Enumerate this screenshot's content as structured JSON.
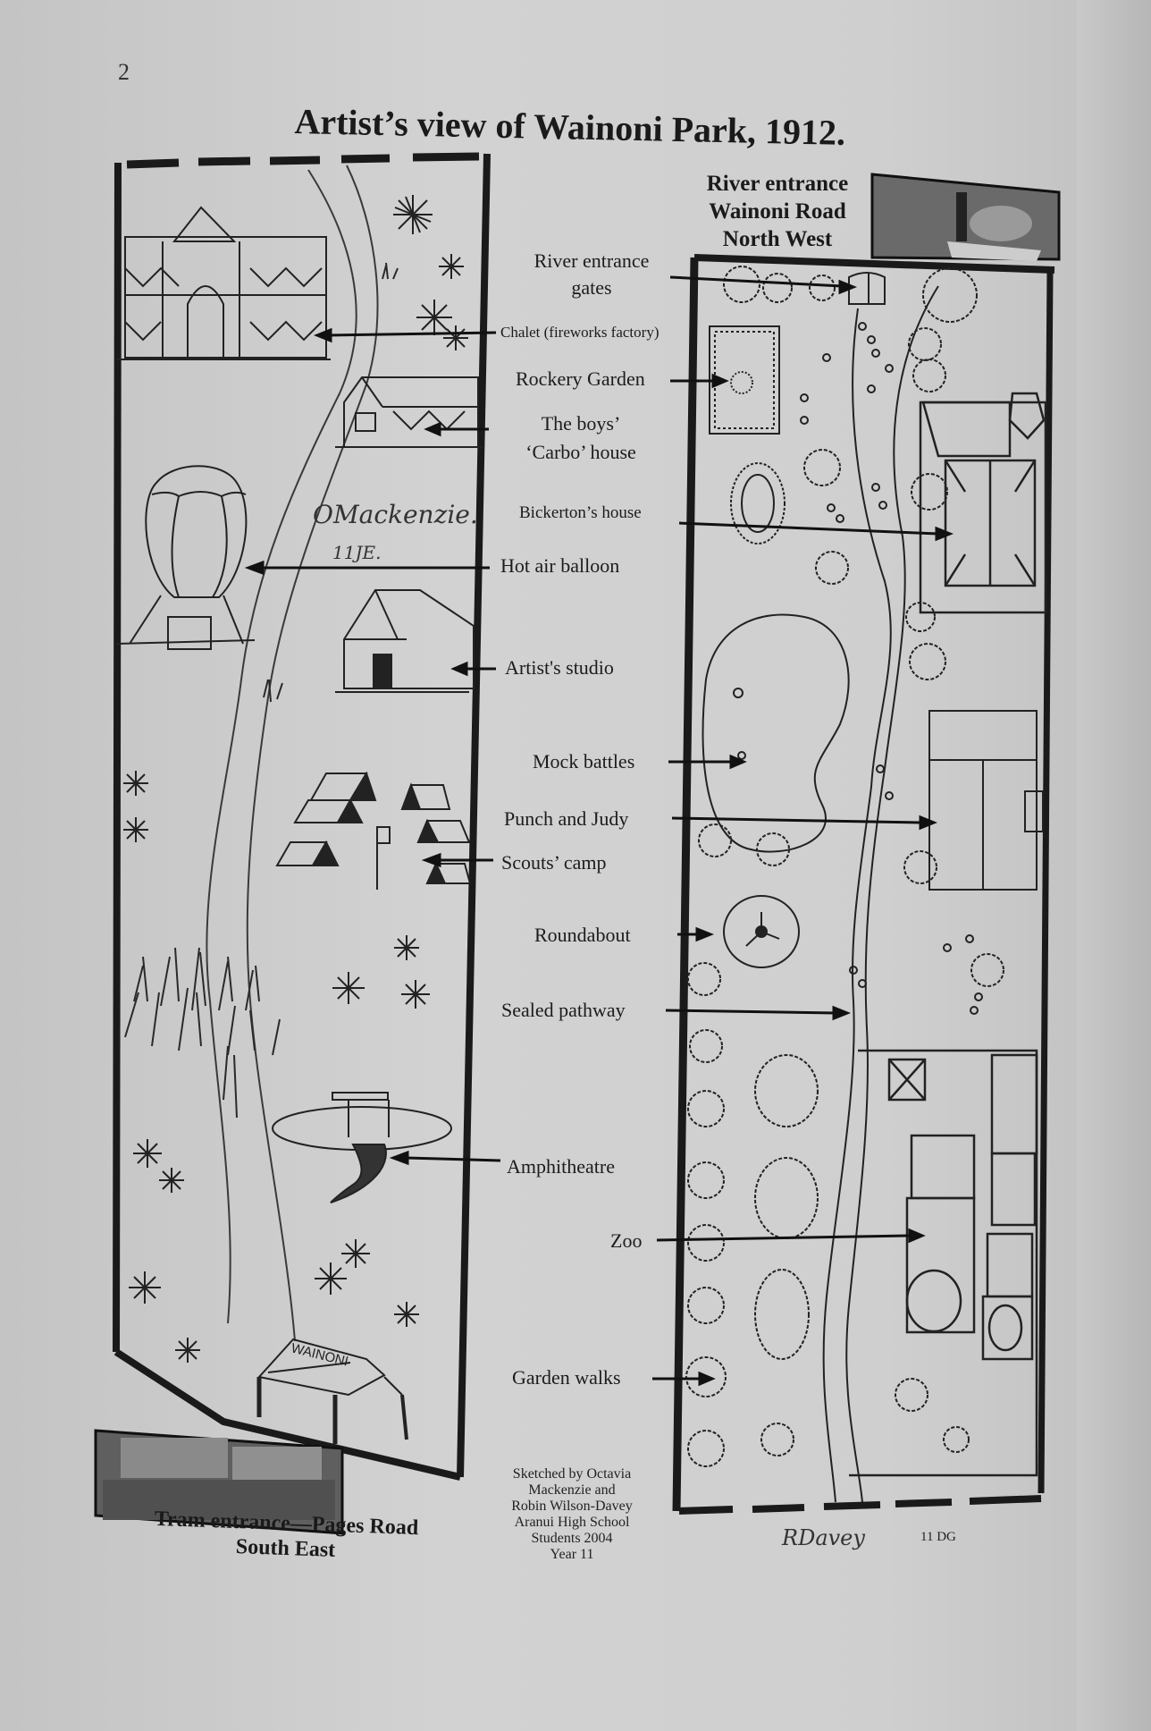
{
  "page": {
    "number": "2",
    "title": "Artist’s view of Wainoni Park, 1912."
  },
  "entrances": {
    "north_west": {
      "lines": [
        "River entrance",
        "Wainoni Road",
        "North West"
      ]
    },
    "south_east": {
      "lines": [
        "Tram entrance—Pages Road",
        "South East"
      ]
    }
  },
  "left_panel_labels": [
    {
      "id": "chalet",
      "text": "Chalet (fireworks factory)"
    },
    {
      "id": "carbo-house",
      "lines": [
        "The boys’",
        "‘Carbo’ house"
      ]
    },
    {
      "id": "hot-air-balloon",
      "text": "Hot air balloon"
    },
    {
      "id": "artists-studio",
      "text": "Artist's studio"
    },
    {
      "id": "scouts-camp",
      "text": "Scouts’ camp"
    },
    {
      "id": "amphitheatre",
      "text": "Amphitheatre"
    }
  ],
  "right_panel_labels": [
    {
      "id": "river-entrance-gates",
      "lines": [
        "River entrance",
        "gates"
      ]
    },
    {
      "id": "rockery-garden",
      "text": "Rockery Garden"
    },
    {
      "id": "bickertons-house",
      "text": "Bickerton’s house"
    },
    {
      "id": "mock-battles",
      "text": "Mock battles"
    },
    {
      "id": "punch-and-judy",
      "text": "Punch and Judy"
    },
    {
      "id": "roundabout",
      "text": "Roundabout"
    },
    {
      "id": "sealed-pathway",
      "text": "Sealed pathway"
    },
    {
      "id": "zoo",
      "text": "Zoo"
    },
    {
      "id": "garden-walks",
      "text": "Garden walks"
    }
  ],
  "signs": {
    "gate_sign": "WAINONI"
  },
  "credit": {
    "lines": [
      "Sketched by Octavia",
      "Mackenzie and",
      "Robin Wilson-Davey",
      "Aranui High School",
      "Students 2004",
      "Year 11"
    ]
  },
  "signatures": {
    "left_handwritten": "OMackenzie.",
    "left_class": "11JE.",
    "right_handwritten": "RDavey",
    "right_class": "11 DG"
  },
  "colors": {
    "paper": "#cfcfcf",
    "ink": "#1a1a1a",
    "pencil": "#3a3a3a"
  }
}
